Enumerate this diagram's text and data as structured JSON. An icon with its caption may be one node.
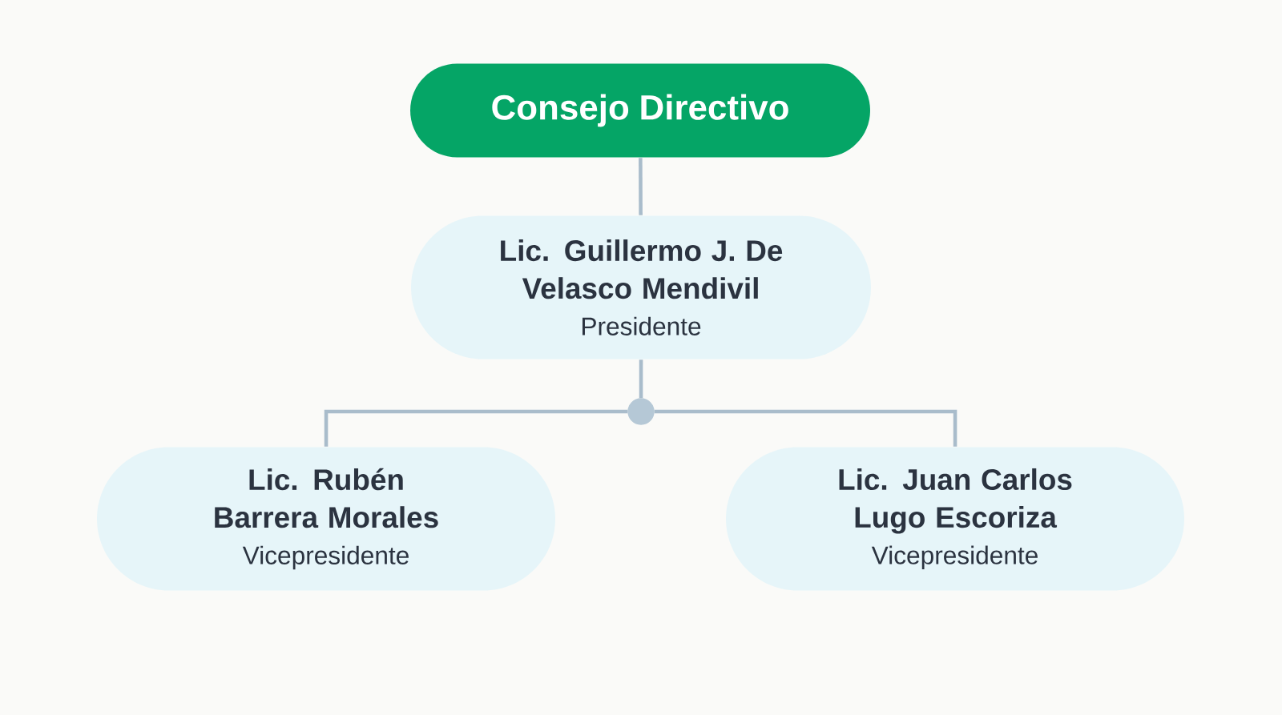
{
  "diagram": {
    "nodes": [
      {
        "text": [
          "Consejo Directivo"
        ]
      },
      {
        "text": [
          "Lic. Guillermo J. De Velasco Mendivil",
          "Presidente"
        ]
      },
      {
        "text": [],
        "shape": "circle"
      },
      {
        "text": [
          "Lic. Rubén Barrera Morales",
          "Vicepresidente"
        ]
      },
      {
        "text": [
          "Lic. Juan Carlos Lugo Escoriza",
          "Vicepresidente"
        ]
      }
    ],
    "edges": [
      {
        "from": 0,
        "to": 1,
        "arrow": "none"
      },
      {
        "from": 1,
        "to": 2,
        "arrow": "none"
      },
      {
        "from": 2,
        "to": 3,
        "arrow": "none"
      },
      {
        "from": 2,
        "to": 4,
        "arrow": "none"
      }
    ]
  }
}
